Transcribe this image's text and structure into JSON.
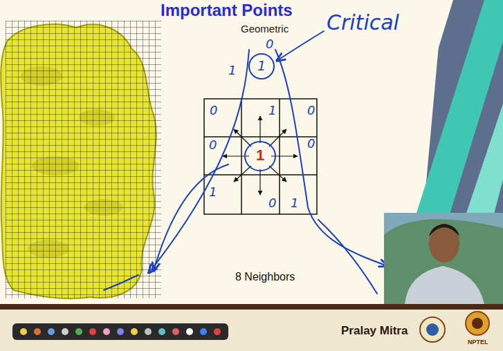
{
  "diagram": {
    "title": "Important Points",
    "labels": [
      "Geometric",
      "Critical",
      "0",
      "1",
      "1",
      "0",
      "1",
      "0",
      "0",
      "1",
      "0",
      "1",
      "0",
      "1",
      "8 Neighbors",
      "Pralay Mitra",
      "NPTEL"
    ]
  }
}
